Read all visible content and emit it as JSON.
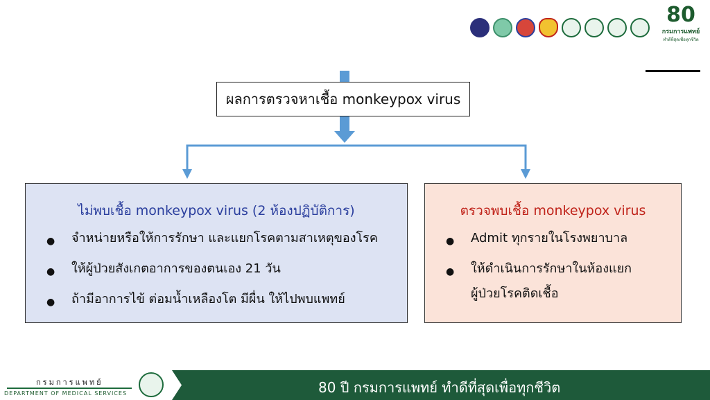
{
  "header": {
    "logos": [
      "partner-logo-1",
      "partner-logo-2",
      "partner-logo-3",
      "partner-logo-4",
      "partner-logo-5",
      "partner-logo-6",
      "partner-logo-7",
      "partner-logo-8"
    ],
    "anniversary": {
      "number": "80",
      "line1": "กรมการแพทย์",
      "line2": "ทำดีที่สุดเพื่อทุกชีวิต"
    }
  },
  "flow": {
    "result_box": "ผลการตรวจหาเชื้อ monkeypox virus",
    "arrow_color": "#5b9bd5"
  },
  "negative": {
    "title": "ไม่พบเชื้อ monkeypox virus (2 ห้องปฏิบัติการ)",
    "items": [
      "จำหน่ายหรือให้การรักษา และแยกโรคตามสาเหตุของโรค",
      "ให้ผู้ป่วยสังเกตอาการของตนเอง 21 วัน",
      "ถ้ามีอาการไข้ ต่อมน้ำเหลืองโต มีผื่น ให้ไปพบแพทย์"
    ],
    "bg_color": "#dde3f3",
    "title_color": "#2b3f9e"
  },
  "positive": {
    "title": "ตรวจพบเชื้อ monkeypox virus",
    "items": [
      {
        "line1": "Admit ทุกรายในโรงพยาบาล",
        "line2": ""
      },
      {
        "line1": "ให้ดำเนินการรักษาในห้องแยก",
        "line2": "ผู้ป่วยโรคติดเชื้อ"
      }
    ],
    "bg_color": "#fbe3d9",
    "title_color": "#c0241b"
  },
  "footer": {
    "dept_th": "กรมการแพทย์",
    "dept_en": "DEPARTMENT OF MEDICAL SERVICES",
    "slogan": "80 ปี กรมการแพทย์ ทำดีที่สุดเพื่อทุกชีวิต",
    "bar_color": "#1e5a3a"
  }
}
